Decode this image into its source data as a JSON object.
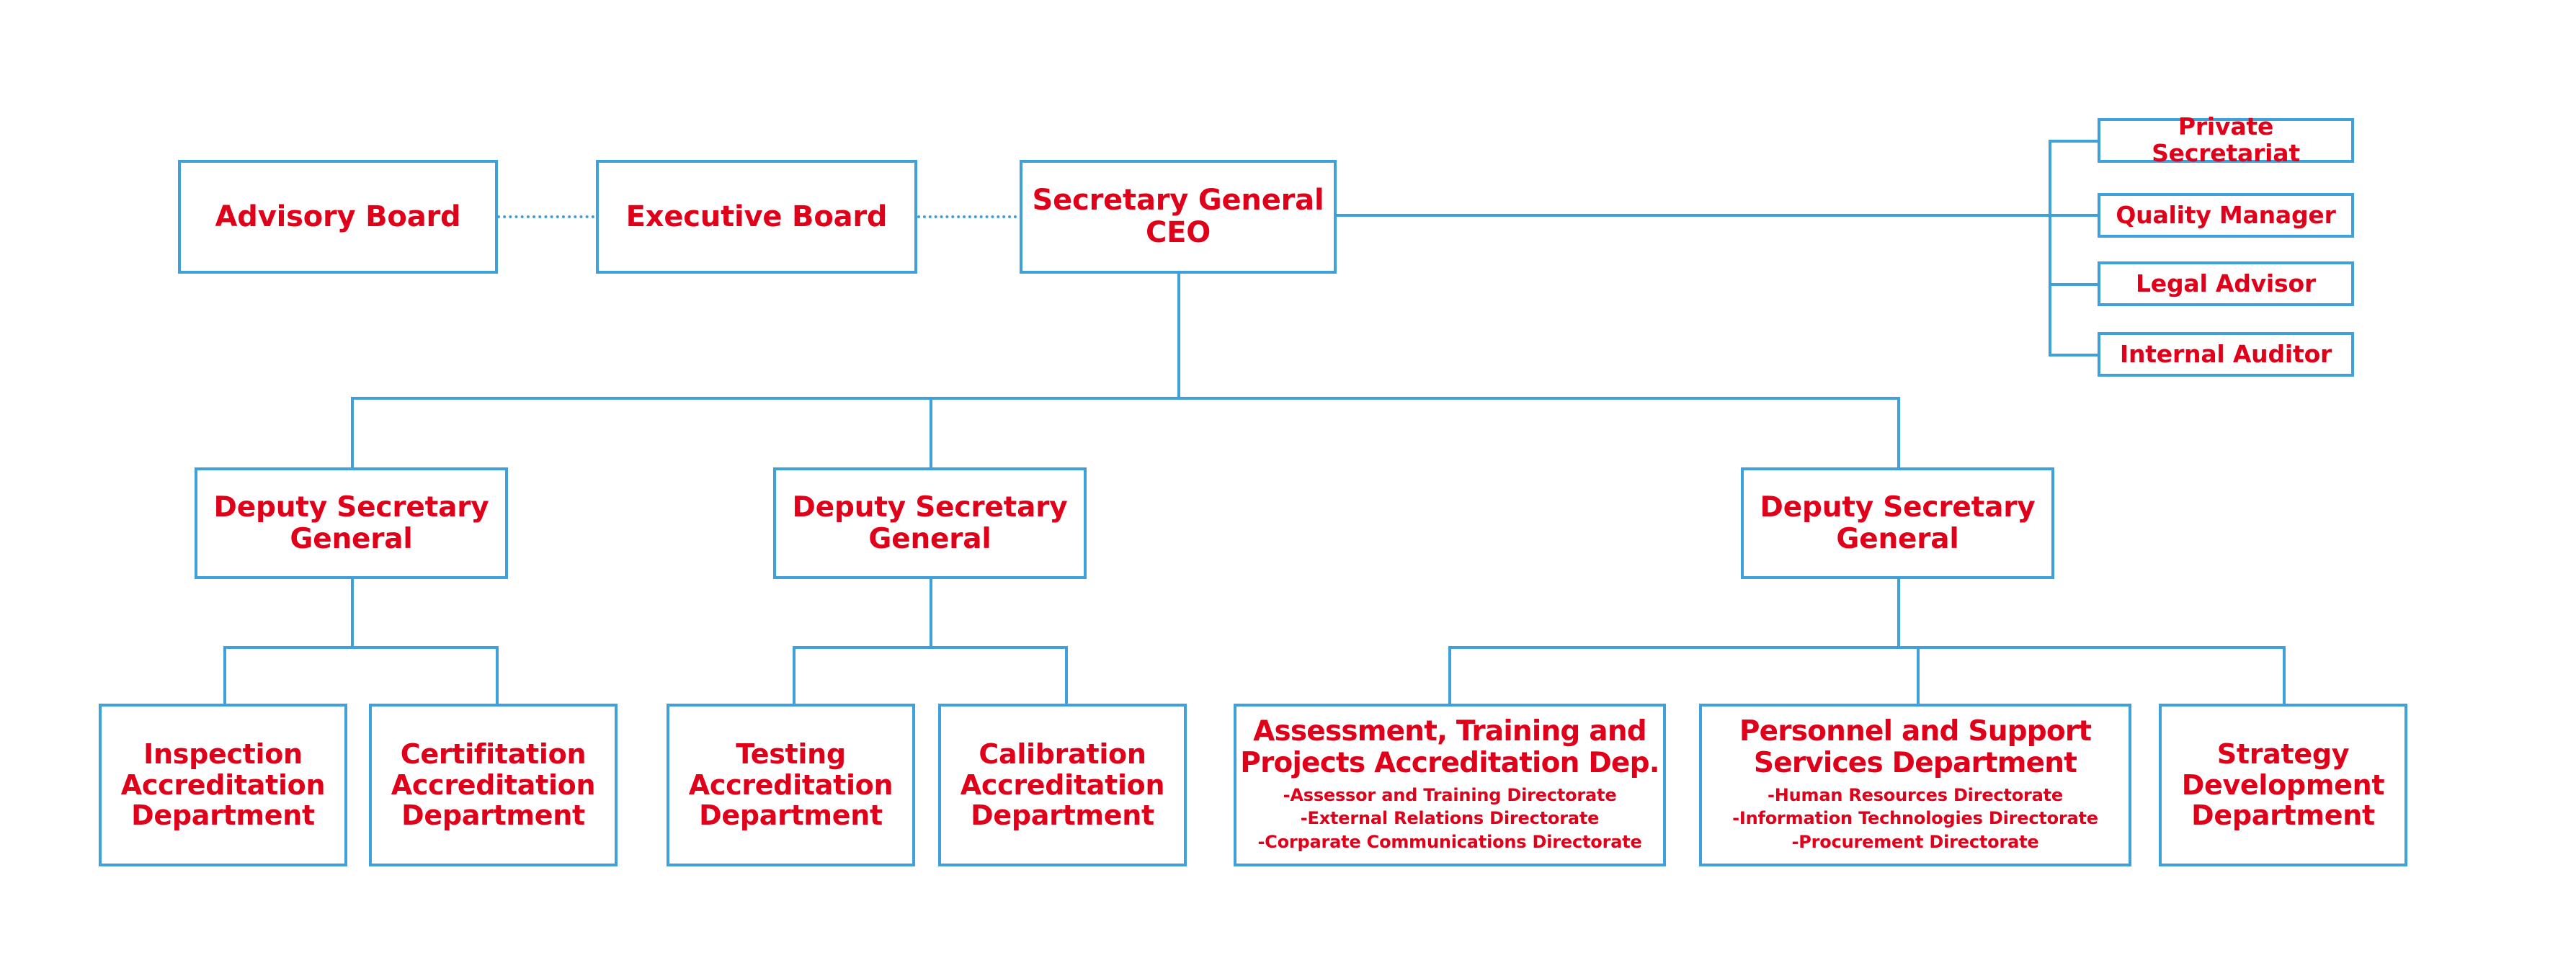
{
  "theme": {
    "box_border_color": "#3FA0DC",
    "text_color": "#E1001A",
    "connector_color": "#3FA0DC",
    "background_color": "#FFFFFF"
  },
  "chart_data": {
    "type": "diagram",
    "title": "Organizational Chart",
    "nodes": {
      "advisory_board": "Advisory Board",
      "executive_board": "Executive Board",
      "secretary_general": "Secretary General\nCEO",
      "deputy_1": "Deputy Secretary\nGeneral",
      "deputy_2": "Deputy Secretary\nGeneral",
      "deputy_3": "Deputy Secretary\nGeneral"
    },
    "staff_units": [
      {
        "label": "Private Secretariat"
      },
      {
        "label": "Quality Manager"
      },
      {
        "label": "Legal Advisor"
      },
      {
        "label": "Internal Auditor"
      }
    ],
    "departments": [
      {
        "label": "Inspection\nAccreditation\nDepartment",
        "parent": "deputy_1",
        "sub": []
      },
      {
        "label": "Certifitation\nAccreditation\nDepartment",
        "parent": "deputy_1",
        "sub": []
      },
      {
        "label": "Testing\nAccreditation\nDepartment",
        "parent": "deputy_2",
        "sub": []
      },
      {
        "label": "Calibration\nAccreditation\nDepartment",
        "parent": "deputy_2",
        "sub": []
      },
      {
        "label": "Assessment, Training and\nProjects Accreditation Dep.",
        "parent": "deputy_3",
        "sub": [
          "-Assessor and Training Directorate",
          "-External Relations Directorate",
          "-Corparate Communications Directorate"
        ]
      },
      {
        "label": "Personnel and Support\nServices Department",
        "parent": "deputy_3",
        "sub": [
          "-Human Resources Directorate",
          "-Information Technologies Directorate",
          "-Procurement Directorate"
        ]
      },
      {
        "label": "Strategy\nDevelopment\nDepartment",
        "parent": "deputy_3",
        "sub": []
      }
    ]
  },
  "boxes": {
    "advisory_board": {
      "label": "Advisory Board"
    },
    "executive_board": {
      "label": "Executive Board"
    },
    "secretary_general": {
      "label": "Secretary General\nCEO"
    },
    "deputy_1": {
      "label": "Deputy Secretary\nGeneral"
    },
    "deputy_2": {
      "label": "Deputy Secretary\nGeneral"
    },
    "deputy_3": {
      "label": "Deputy Secretary\nGeneral"
    },
    "private_secretariat": {
      "label": "Private Secretariat"
    },
    "quality_manager": {
      "label": "Quality Manager"
    },
    "legal_advisor": {
      "label": "Legal Advisor"
    },
    "internal_auditor": {
      "label": "Internal Auditor"
    },
    "inspection_dept": {
      "label": "Inspection\nAccreditation\nDepartment"
    },
    "certification_dept": {
      "label": "Certifitation\nAccreditation\nDepartment"
    },
    "testing_dept": {
      "label": "Testing\nAccreditation\nDepartment"
    },
    "calibration_dept": {
      "label": "Calibration\nAccreditation\nDepartment"
    },
    "assessment_dept": {
      "label": "Assessment, Training and\nProjects Accreditation Dep.",
      "sub": "-Assessor and Training Directorate\n-External Relations Directorate\n-Corparate Communications Directorate"
    },
    "personnel_dept": {
      "label": "Personnel and Support\nServices Department",
      "sub": "-Human Resources Directorate\n-Information Technologies Directorate\n-Procurement Directorate"
    },
    "strategy_dept": {
      "label": "Strategy\nDevelopment\nDepartment"
    }
  }
}
